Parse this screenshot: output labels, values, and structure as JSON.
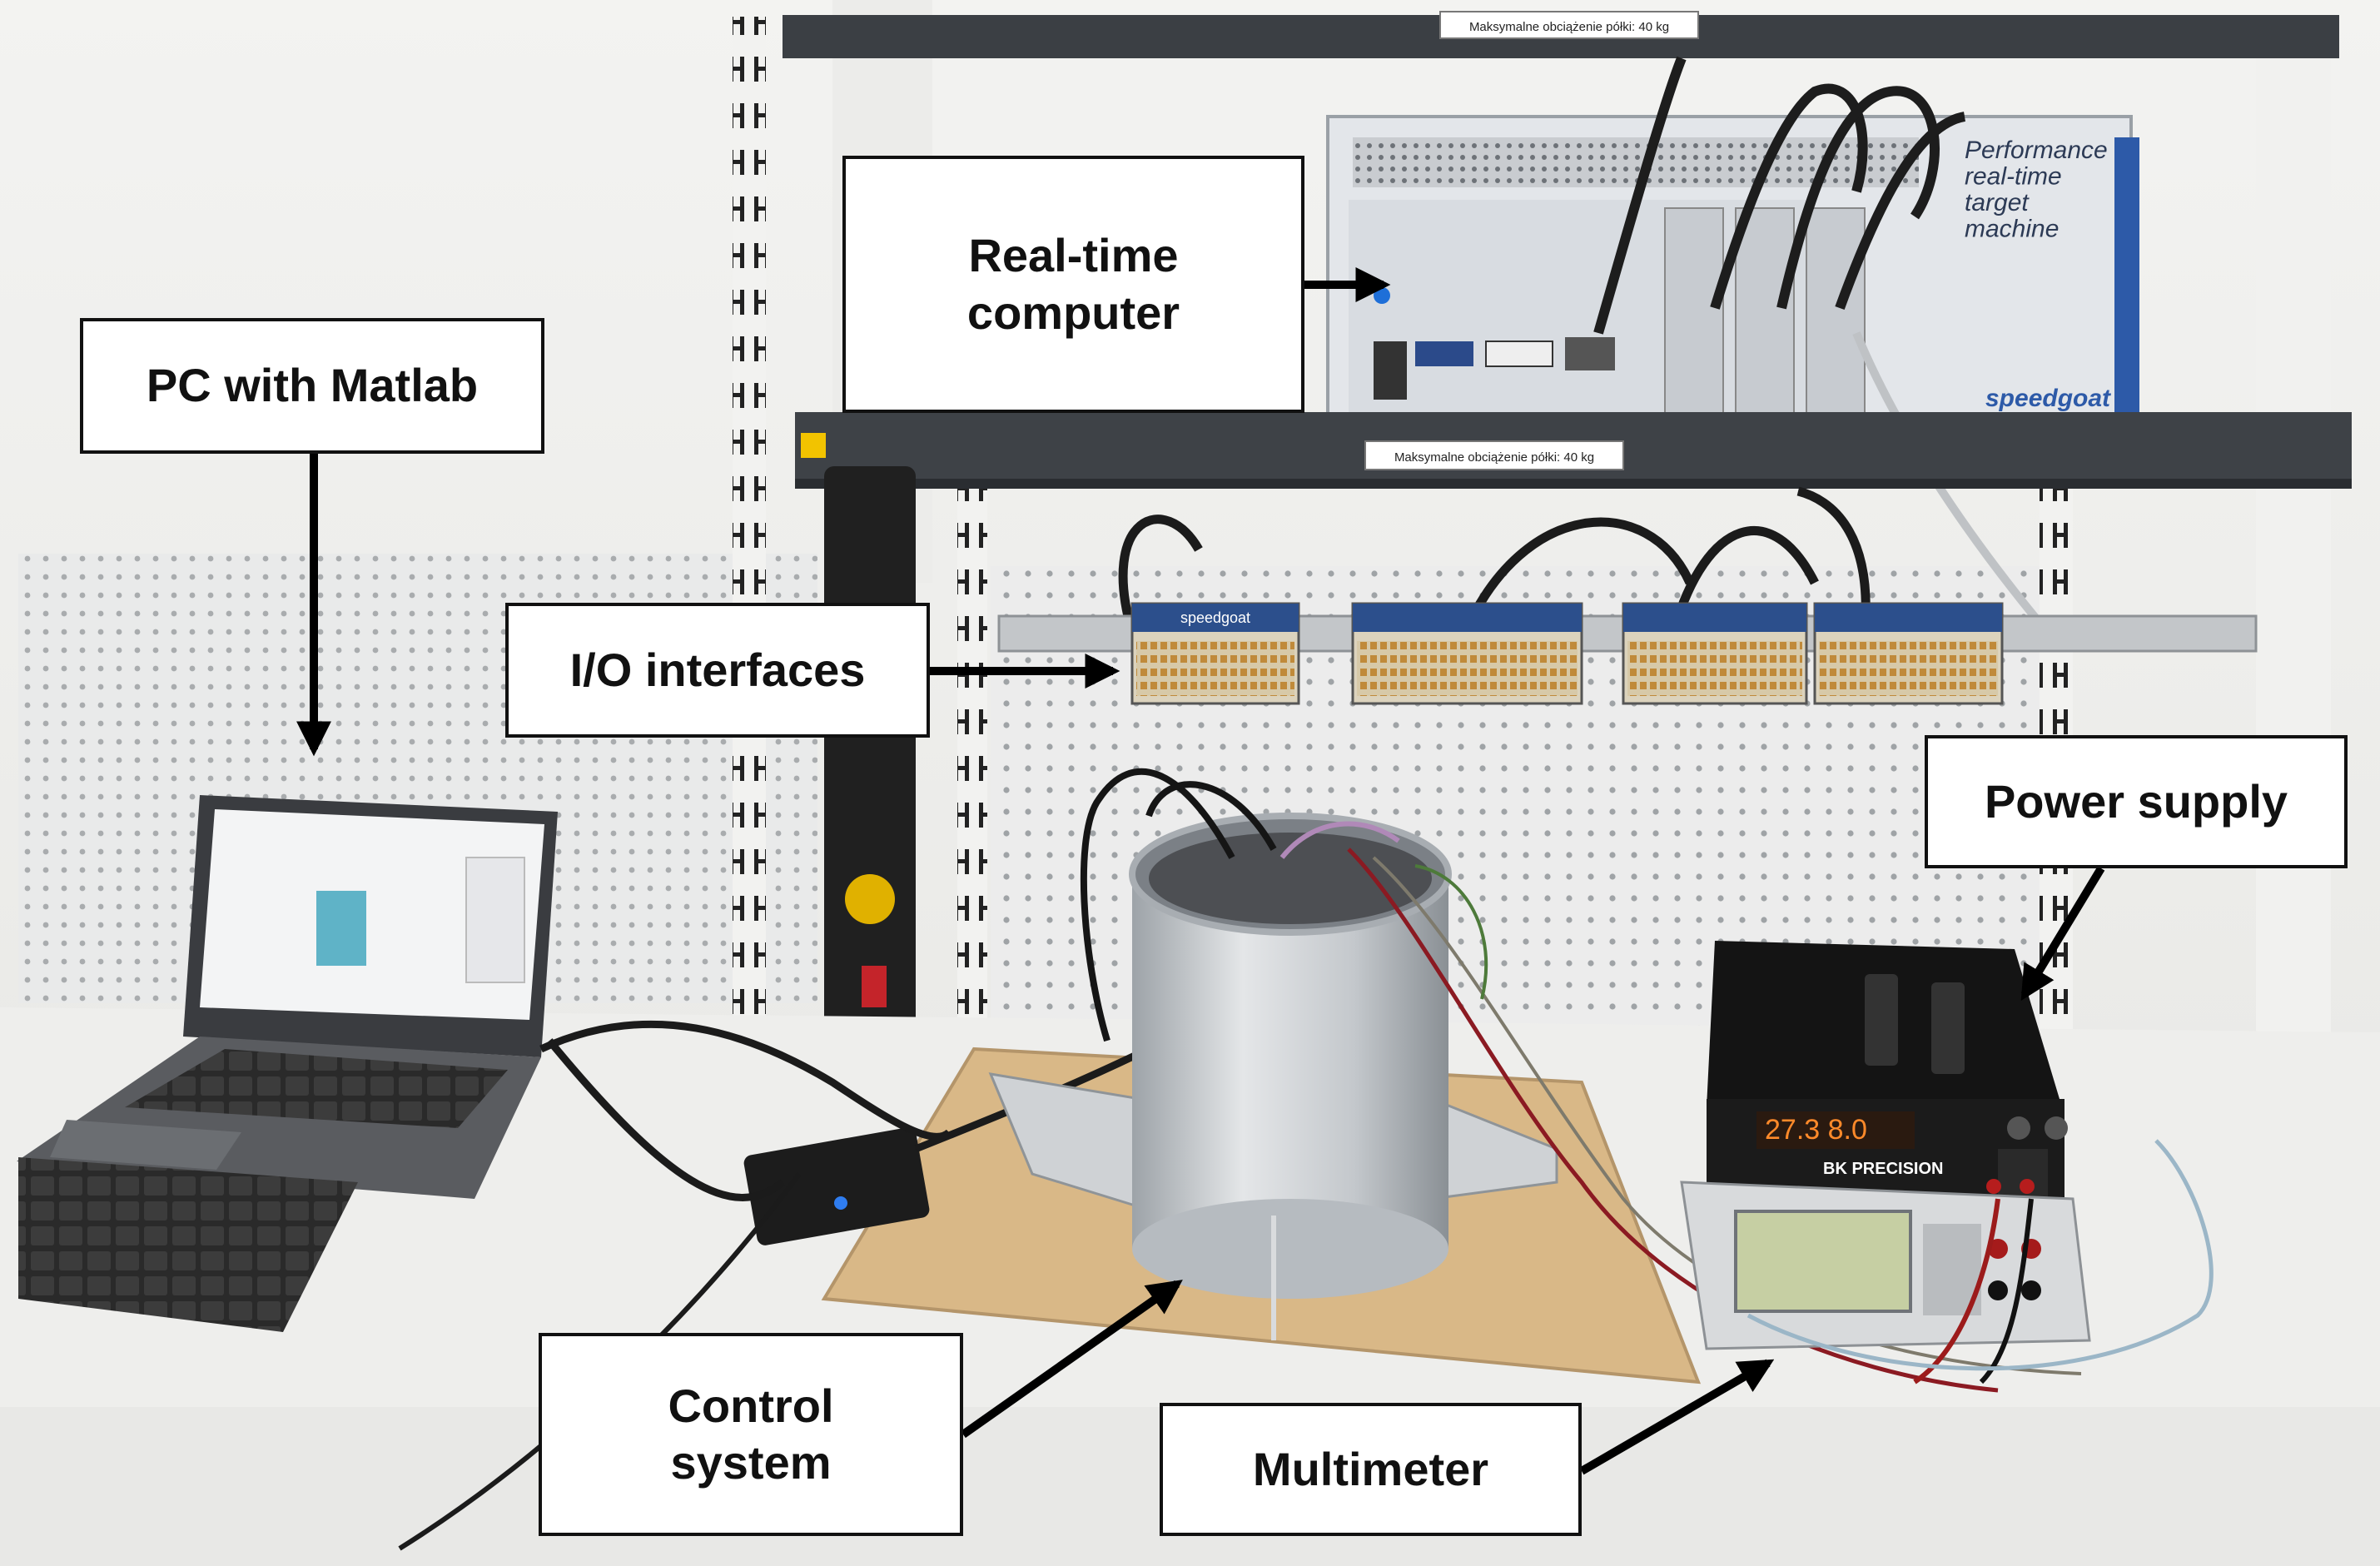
{
  "labels": {
    "pc": "PC with Matlab",
    "rt_computer": "Real-time\ncomputer",
    "io": "I/O interfaces",
    "power": "Power supply",
    "control": "Control\nsystem",
    "multimeter": "Multimeter"
  },
  "photo_text": {
    "shelf_sign": "Maksymalne obciążenie półki:  40 kg",
    "shelf_sign_top": "Maksymalne obciążenie półki:  40 kg",
    "target_machine": "Performance\nreal-time\ntarget\nmachine",
    "speedgoat": "speedgoat",
    "psu_display": "27.3  8.0",
    "psu_brand": "BK PRECISION",
    "io_brand": "speedgoat"
  }
}
